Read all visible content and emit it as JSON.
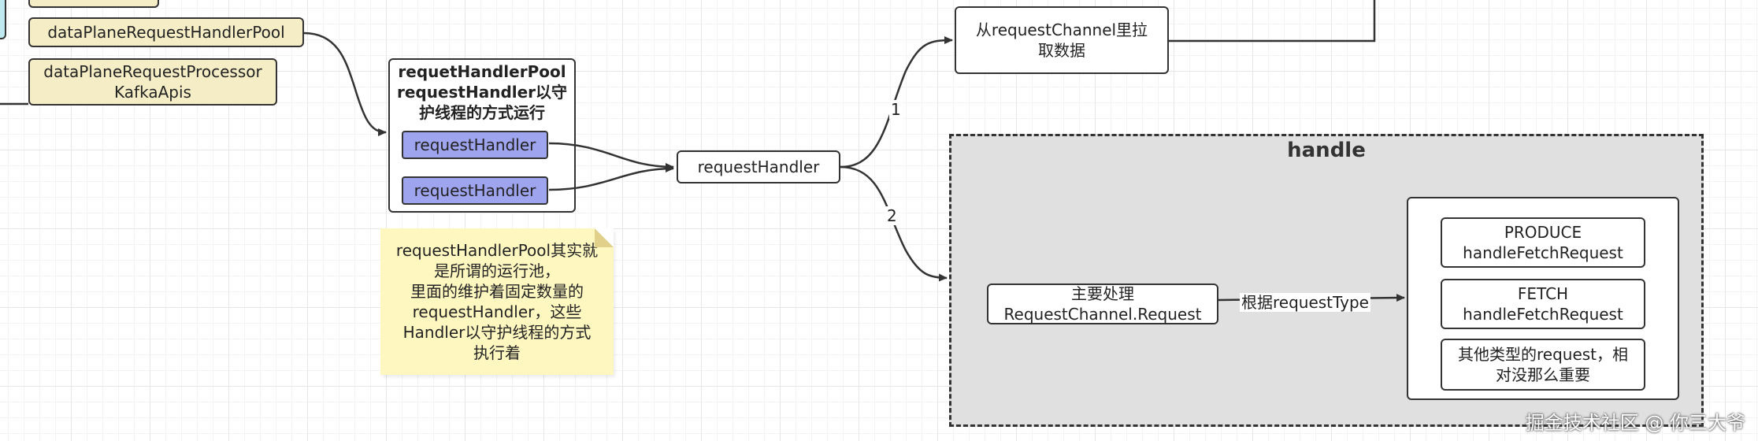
{
  "nodes": {
    "pool": "dataPlaneRequestHandlerPool",
    "processor": "dataPlaneRequestProcessor\nKafkaApis",
    "container_title": "requetHandlerPool\nrequestHandler以守\n护线程的方式运行",
    "handler_a": "requestHandler",
    "handler_b": "requestHandler",
    "request_handler": "requestHandler",
    "fetch_data": "从requestChannel里拉\n取数据",
    "main_process": "主要处理\nRequestChannel.Request",
    "produce": "PRODUCE\nhandleFetchRequest",
    "fetch": "FETCH\nhandleFetchRequest",
    "other": "其他类型的request，相\n对没那么重要"
  },
  "note": "requestHandlerPool其实就\n是所谓的运行池，\n里面的维护着固定数量的\nrequestHandler，这些\nHandler以守护线程的方式\n执行着",
  "group": {
    "title": "handle"
  },
  "edges": {
    "label_1": "1",
    "label_2": "2",
    "label_type": "根据requestType"
  },
  "watermark": "掘金技术社区 @ 你三大爷",
  "colors": {
    "yellow": "#f5edc6",
    "purple": "#9fa4ef",
    "note": "#fff7c0",
    "group": "#e0e0e0"
  }
}
